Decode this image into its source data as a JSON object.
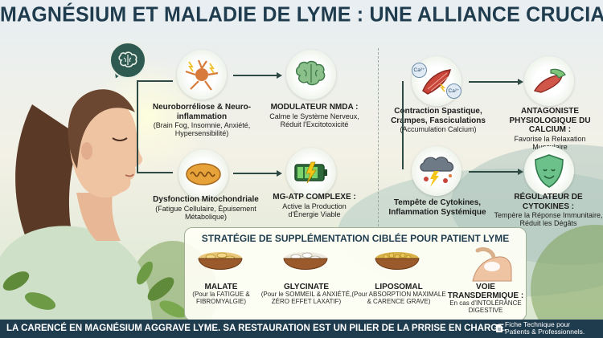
{
  "title": "MAGNÉSIUM ET MALADIE DE LYME : UNE ALLIANCE CRUCIALE",
  "left_column": [
    {
      "title": "Neuroborréliose & Neuro-inflammation",
      "desc": "(Brain Fog, Insomnie, Anxiété, Hypersensibilité)",
      "icon": "neuron-icon"
    },
    {
      "title": "MODULATEUR NMDA :",
      "desc": "Calme le Système Nerveux, Réduit l'Excitotoxicité",
      "icon": "brain-icon"
    },
    {
      "title": "Dysfonction Mitochondriale",
      "desc": "(Fatigue Cellulaire, Épuisement Métabolique)",
      "icon": "mitochondria-icon"
    },
    {
      "title": "MG-ATP COMPLEXE :",
      "desc": "Active la Production d'Énergie Viable",
      "icon": "battery-icon"
    }
  ],
  "right_column": [
    {
      "title": "Contraction Spastique, Crampes, Fasciculations",
      "desc": "(Accumulation Calcium)",
      "icon": "muscle-icon"
    },
    {
      "title": "ANTAGONISTE PHYSIOLOGIQUE DU CALCIUM :",
      "desc": "Favorise la Relaxation Musculaire",
      "icon": "relaxed-muscle-icon"
    },
    {
      "title": "Tempête de Cytokines, Inflammation Systémique",
      "desc": "",
      "icon": "storm-icon"
    },
    {
      "title": "RÉGULATEUR DE CYTOKINES :",
      "desc": "Tempère la Réponse Immunitaire, Réduit les Dégâts",
      "icon": "shield-icon"
    }
  ],
  "calcium_badges": [
    "Ca²⁺",
    "Ca²⁺"
  ],
  "strategy": {
    "title": "STRATÉGIE DE SUPPLÉMENTATION CIBLÉE POUR PATIENT LYME",
    "items": [
      {
        "name": "MALATE",
        "desc": "(Pour la FATIGUE & FIBROMYALGIE)",
        "icon": "malate-bowl-icon"
      },
      {
        "name": "GLYCINATE",
        "desc": "(Pour le SOMMEIL & ANXIÉTÉ, ZÉRO EFFET LAXATIF)",
        "icon": "glycinate-bowl-icon"
      },
      {
        "name": "LIPOSOMAL",
        "desc": "(Pour ABSORPTION MAXIMALE & CARENCE GRAVE)",
        "icon": "liposomal-bowl-icon"
      },
      {
        "name": "VOIE TRANSDERMIQUE :",
        "desc": "En cas d'INTOLÉRANCE DIGESTIVE",
        "icon": "transdermal-spray-icon"
      }
    ]
  },
  "footer": {
    "text": "LA CARENCÉ EN MAGNÉSIUM AGGRAVE LYME. SA RESTAURATION EST UN PILIER DE LA PRRISE EN CHARGE.",
    "note_line1": "Fiche Technique pour",
    "note_line2": "Patients & Professionnels."
  },
  "colors": {
    "title": "#1f3c4e",
    "footer_bg": "#1f3c4e",
    "accent_green": "#2f5a52"
  }
}
